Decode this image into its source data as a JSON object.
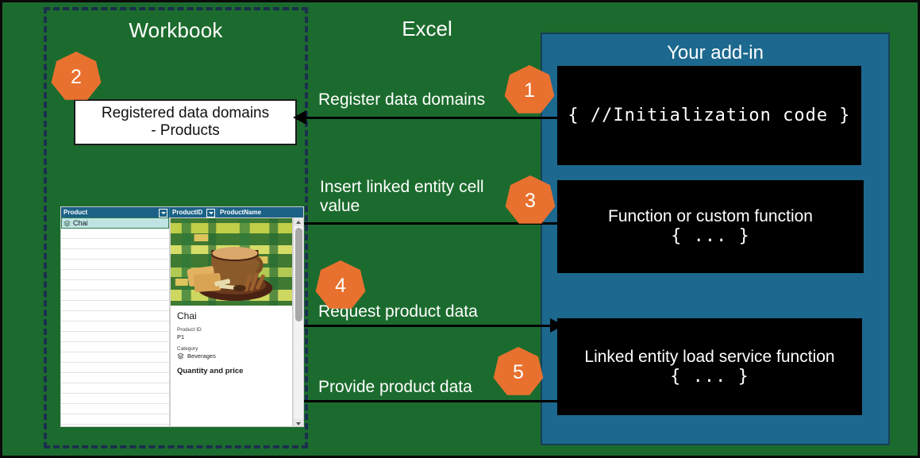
{
  "diagram": {
    "title_workbook": "Workbook",
    "title_excel": "Excel",
    "title_addin": "Your add-in",
    "colors": {
      "background_green": "#1C6B2E",
      "addin_blue": "#1C688E",
      "step_orange": "#E8712F",
      "boundary_navy": "#1B2F4E",
      "code_black": "#000000",
      "frame_black": "#0A0A0A"
    }
  },
  "boxes": {
    "registered_domains": "Registered data domains\n- Products"
  },
  "code_blocks": [
    {
      "mono": "{ //Initialization code }",
      "sans": ""
    },
    {
      "sans": "Function or custom function",
      "mono": "{ ... }"
    },
    {
      "sans": "Linked entity load service function",
      "mono": "{ ... }"
    }
  ],
  "steps": [
    {
      "number": "1",
      "label": "Register data domains"
    },
    {
      "number": "2",
      "label": ""
    },
    {
      "number": "3",
      "label": "Insert linked entity cell value"
    },
    {
      "number": "4",
      "label": "Request product data"
    },
    {
      "number": "5",
      "label": "Provide product data"
    }
  ],
  "flow_labels": {
    "step1": "Register data domains",
    "step3": "Insert linked entity cell value",
    "step4": "Request product data",
    "step5": "Provide product data"
  },
  "excel_mock": {
    "columns": [
      "Product",
      "ProductID",
      "ProductName"
    ],
    "selected_cell_value": "Chai",
    "card": {
      "title": "Chai",
      "fields": [
        {
          "label": "Product ID",
          "value": "P1"
        },
        {
          "label": "Category",
          "value": "Beverages"
        }
      ],
      "section": "Quantity and price"
    }
  }
}
